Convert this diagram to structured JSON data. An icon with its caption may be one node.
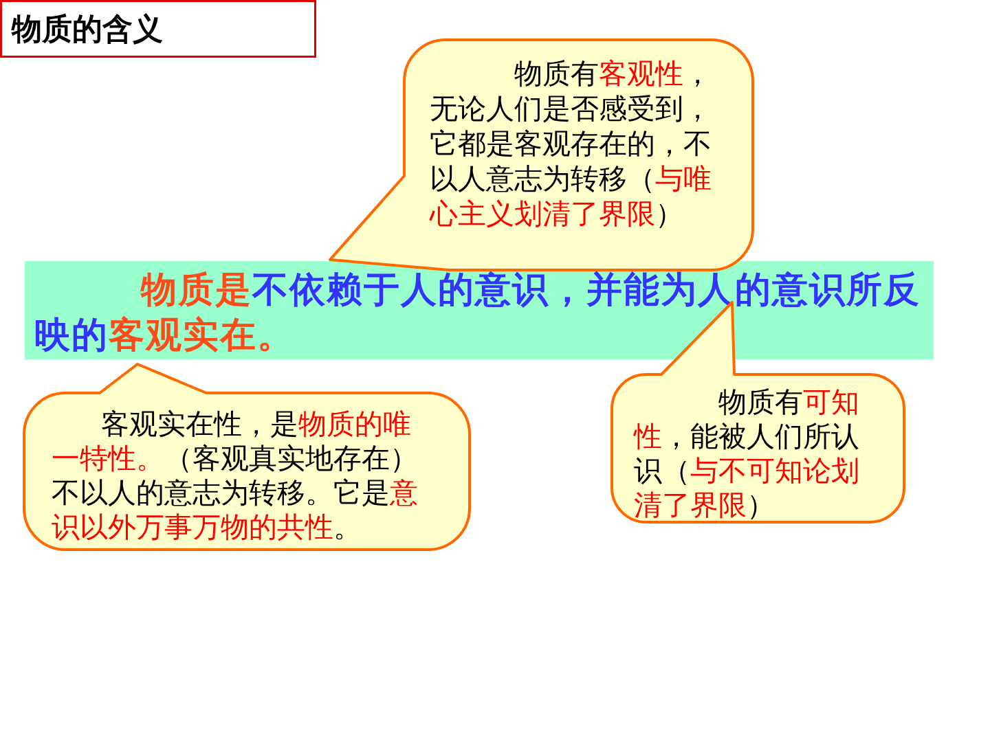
{
  "diagram": {
    "title": "物质的含义",
    "nodes": [
      {
        "text": [
          "**物质是**不依赖于人的意识，并能为人的意识所反映的**客观实在。**"
        ]
      },
      {
        "text": [
          "物质有**客观性**，无论人们是否感受到，它都是客观存在的，不以人意志为转移（**与唯心主义划清了界限**）"
        ]
      },
      {
        "text": [
          "客观实在性，是**物质的唯一特性。**（客观真实地存在）不以人的意志为转移。它是**意识以外万事万物的共性**。"
        ]
      },
      {
        "text": [
          "物质有**可知性**，能被人们所认识（**与不可知论划清了界限**）"
        ]
      }
    ],
    "edges": []
  }
}
